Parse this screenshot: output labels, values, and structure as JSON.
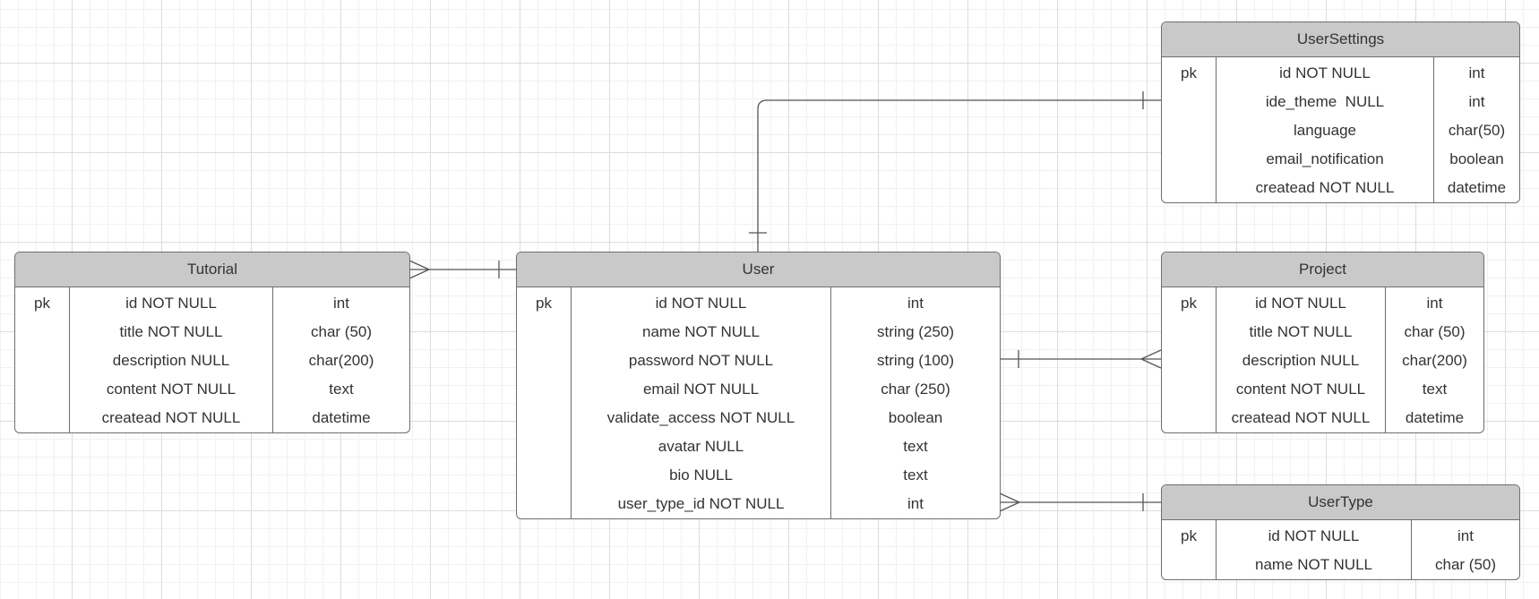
{
  "entities": {
    "user_settings": {
      "title": "UserSettings",
      "key_col": [
        "pk",
        "",
        "",
        "",
        ""
      ],
      "fields": [
        "id NOT NULL",
        "ide_theme  NULL",
        "language",
        "email_notification",
        "createad NOT NULL"
      ],
      "types": [
        "int",
        "int",
        "char(50)",
        "boolean",
        "datetime"
      ]
    },
    "tutorial": {
      "title": "Tutorial",
      "key_col": [
        "pk",
        "",
        "",
        "",
        ""
      ],
      "fields": [
        "id NOT NULL",
        "title NOT NULL",
        "description NULL",
        "content NOT NULL",
        "createad NOT NULL"
      ],
      "types": [
        "int",
        "char (50)",
        "char(200)",
        "text",
        "datetime"
      ]
    },
    "user": {
      "title": "User",
      "key_col": [
        "pk",
        "",
        "",
        "",
        "",
        "",
        "",
        ""
      ],
      "fields": [
        "id NOT NULL",
        "name NOT NULL",
        "password NOT NULL",
        "email NOT NULL",
        "validate_access NOT NULL",
        "avatar NULL",
        "bio NULL",
        "user_type_id NOT NULL"
      ],
      "types": [
        "int",
        "string (250)",
        "string (100)",
        "char (250)",
        "boolean",
        "text",
        "text",
        "int"
      ]
    },
    "project": {
      "title": "Project",
      "key_col": [
        "pk",
        "",
        "",
        "",
        ""
      ],
      "fields": [
        "id NOT NULL",
        "title NOT NULL",
        "description NULL",
        "content NOT NULL",
        "createad NOT NULL"
      ],
      "types": [
        "int",
        "char (50)",
        "char(200)",
        "text",
        "datetime"
      ]
    },
    "user_type": {
      "title": "UserType",
      "key_col": [
        "pk",
        ""
      ],
      "fields": [
        "id NOT NULL",
        "name NOT NULL"
      ],
      "types": [
        "int",
        "char (50)"
      ]
    }
  },
  "relationships": [
    {
      "from": "user",
      "to": "user_settings",
      "from_end": "one",
      "to_end": "one"
    },
    {
      "from": "tutorial",
      "to": "user",
      "from_end": "many",
      "to_end": "one"
    },
    {
      "from": "user",
      "to": "project",
      "from_end": "one",
      "to_end": "many"
    },
    {
      "from": "user",
      "to": "user_type",
      "from_end": "many",
      "to_end": "one"
    }
  ],
  "colors": {
    "header_fill": "#c9c9c9",
    "border": "#6e6e6e",
    "connector": "#555555",
    "text": "#333333"
  }
}
